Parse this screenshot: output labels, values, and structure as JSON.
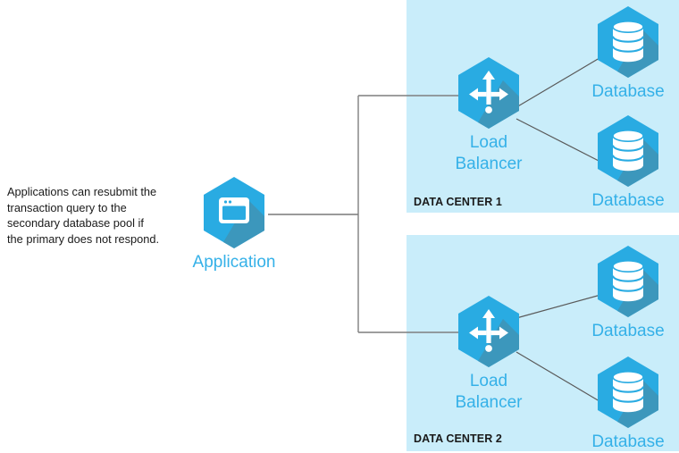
{
  "diagram": {
    "caption": "Applications can resubmit the\ntransaction query to the\nsecondary database pool if\nthe primary does not respond.",
    "colors": {
      "panel_background": "#c9edfa",
      "hex_light": "#29abe2",
      "hex_shadow": "#3f93b5",
      "label_blue": "#35b1e8",
      "connector_grey": "#7f7f7f",
      "dc_label_black": "#1a1a1a",
      "page_background": "#ffffff"
    },
    "zones": [
      {
        "id": "dc1",
        "label": "DATA CENTER 1"
      },
      {
        "id": "dc2",
        "label": "DATA CENTER 2"
      }
    ],
    "nodes": [
      {
        "id": "application",
        "label": "Application",
        "icon": "application-window-icon"
      },
      {
        "id": "lb1",
        "label": "Load\nBalancer",
        "icon": "load-balancer-arrows-icon"
      },
      {
        "id": "lb2",
        "label": "Load\nBalancer",
        "icon": "load-balancer-arrows-icon"
      },
      {
        "id": "db1a",
        "label": "Database",
        "icon": "database-cylinder-icon"
      },
      {
        "id": "db1b",
        "label": "Database",
        "icon": "database-cylinder-icon"
      },
      {
        "id": "db2a",
        "label": "Database",
        "icon": "database-cylinder-icon"
      },
      {
        "id": "db2b",
        "label": "Database",
        "icon": "database-cylinder-icon"
      }
    ],
    "connections": [
      {
        "from": "application",
        "to": "lb1"
      },
      {
        "from": "application",
        "to": "lb2"
      },
      {
        "from": "lb1",
        "to": "db1a"
      },
      {
        "from": "lb1",
        "to": "db1b"
      },
      {
        "from": "lb2",
        "to": "db2a"
      },
      {
        "from": "lb2",
        "to": "db2b"
      }
    ]
  }
}
